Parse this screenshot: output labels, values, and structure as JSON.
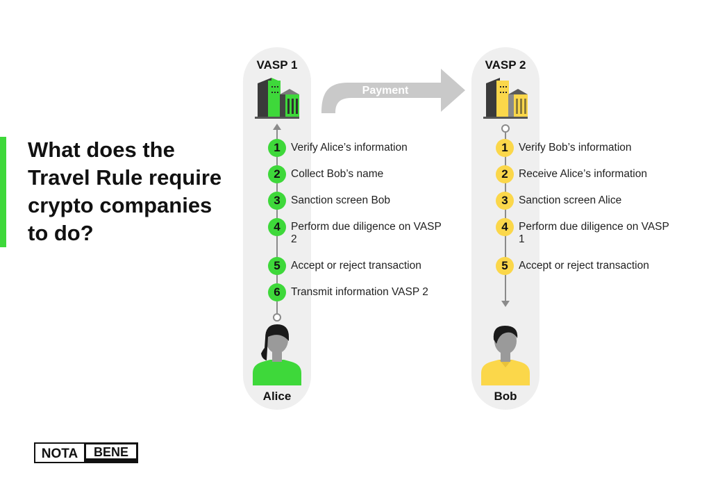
{
  "heading": "What does the Travel Rule require crypto companies to do?",
  "payment_label": "Payment",
  "colors": {
    "green": "#3ed83a",
    "yellow": "#fbd74a",
    "pill": "#efefef",
    "line": "#8a8a8a"
  },
  "vasp1": {
    "title": "VASP 1",
    "person": "Alice",
    "steps": [
      {
        "num": "1",
        "text": "Verify Alice’s information"
      },
      {
        "num": "2",
        "text": "Collect Bob’s name"
      },
      {
        "num": "3",
        "text": "Sanction screen Bob"
      },
      {
        "num": "4",
        "text": "Perform due diligence on VASP 2"
      },
      {
        "num": "5",
        "text": "Accept or reject transaction"
      },
      {
        "num": "6",
        "text": "Transmit information VASP 2"
      }
    ]
  },
  "vasp2": {
    "title": "VASP 2",
    "person": "Bob",
    "steps": [
      {
        "num": "1",
        "text": "Verify Bob’s information"
      },
      {
        "num": "2",
        "text": "Receive Alice’s information"
      },
      {
        "num": "3",
        "text": "Sanction screen Alice"
      },
      {
        "num": "4",
        "text": "Perform due diligence on VASP 1"
      },
      {
        "num": "5",
        "text": "Accept or reject transaction"
      }
    ]
  },
  "logo": {
    "left": "NOTA",
    "right": "BENE"
  }
}
